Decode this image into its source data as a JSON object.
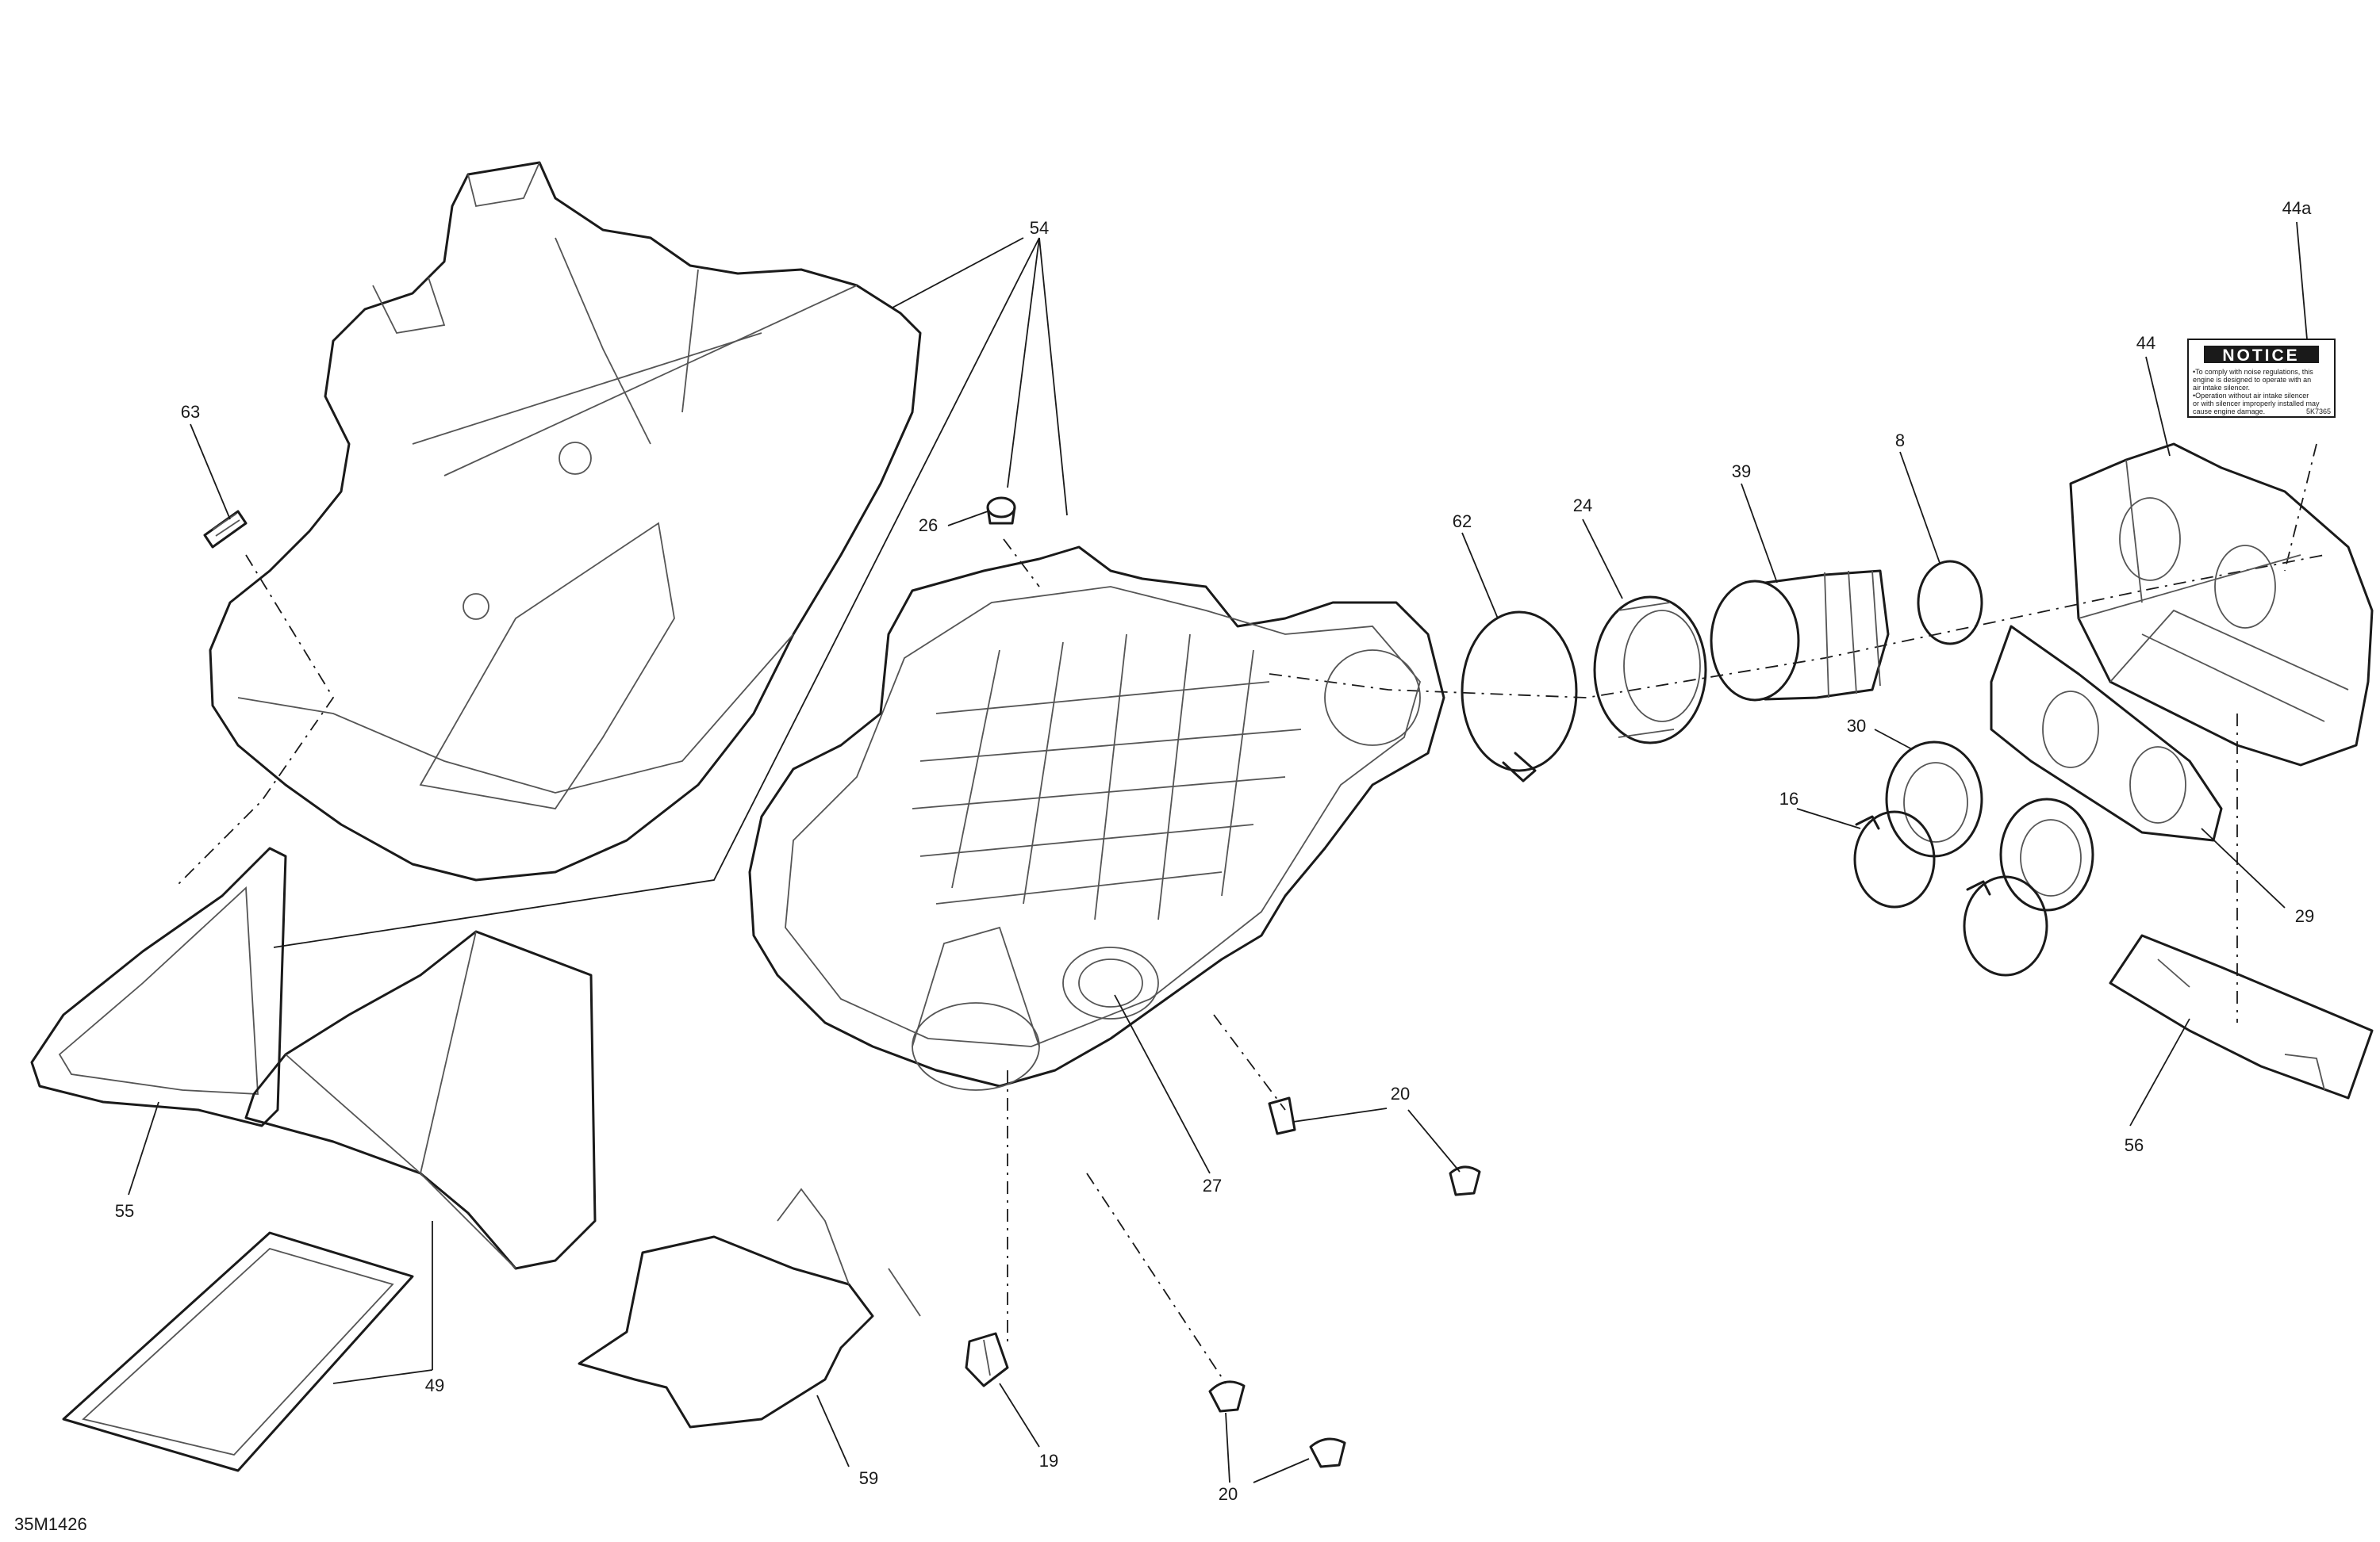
{
  "drawing_id": "35M1426",
  "callouts": {
    "c44a": "44a",
    "c44": "44",
    "c54": "54",
    "c63": "63",
    "c26": "26",
    "c62": "62",
    "c24": "24",
    "c39": "39",
    "c8": "8",
    "c30": "30",
    "c16": "16",
    "c29": "29",
    "c56": "56",
    "c55": "55",
    "c27": "27",
    "c20a": "20",
    "c20b": "20",
    "c49": "49",
    "c59": "59",
    "c19": "19"
  },
  "notice_label": {
    "heading": "NOTICE",
    "lines": [
      "•To comply with noise regulations, this",
      "engine is designed to operate with an",
      "air intake silencer.",
      "•Operation without air intake silencer",
      "or with silencer improperly installed may",
      "cause engine damage."
    ],
    "code": "5K7365"
  },
  "colors": {
    "line": "#1a1a1a",
    "background": "#ffffff"
  }
}
